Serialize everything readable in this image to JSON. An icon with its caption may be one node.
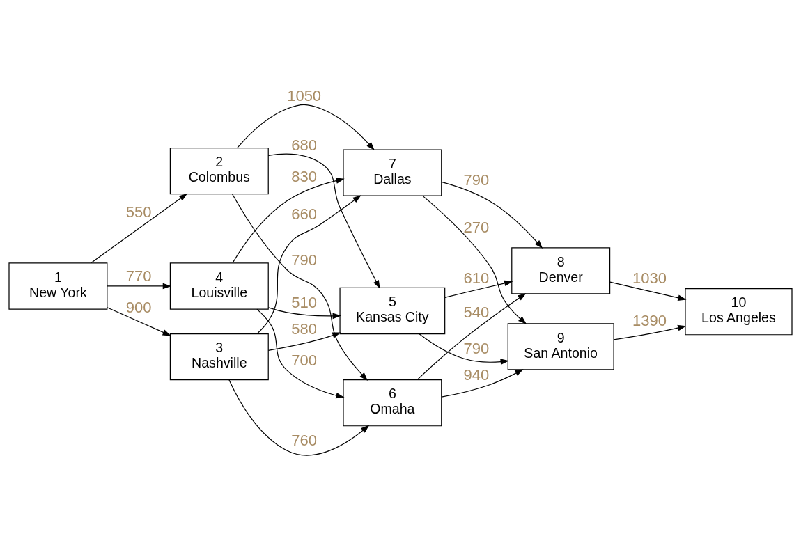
{
  "diagram": {
    "nodes": [
      {
        "text": [
          "1",
          "New York"
        ]
      },
      {
        "text": [
          "2",
          "Colombus"
        ]
      },
      {
        "text": [
          "3",
          "Nashville"
        ]
      },
      {
        "text": [
          "4",
          "Louisville"
        ]
      },
      {
        "text": [
          "5",
          "Kansas City"
        ]
      },
      {
        "text": [
          "6",
          "Omaha"
        ]
      },
      {
        "text": [
          "7",
          "Dallas"
        ]
      },
      {
        "text": [
          "8",
          "Denver"
        ]
      },
      {
        "text": [
          "9",
          "San Antonio"
        ]
      },
      {
        "text": [
          "10",
          "Los Angeles"
        ]
      }
    ],
    "edges": [
      {
        "from": 0,
        "to": 1,
        "arrow": "to",
        "label": "550"
      },
      {
        "from": 0,
        "to": 2,
        "arrow": "to",
        "label": "900"
      },
      {
        "from": 0,
        "to": 3,
        "arrow": "to",
        "label": "770"
      },
      {
        "from": 1,
        "to": 4,
        "arrow": "to",
        "label": "680"
      },
      {
        "from": 1,
        "to": 5,
        "arrow": "to",
        "label": "790"
      },
      {
        "from": 1,
        "to": 6,
        "arrow": "to",
        "label": "1050"
      },
      {
        "from": 2,
        "to": 4,
        "arrow": "to",
        "label": "580"
      },
      {
        "from": 2,
        "to": 5,
        "arrow": "to",
        "label": "760"
      },
      {
        "from": 2,
        "to": 6,
        "arrow": "to",
        "label": "660"
      },
      {
        "from": 3,
        "to": 4,
        "arrow": "to",
        "label": "510"
      },
      {
        "from": 3,
        "to": 5,
        "arrow": "to",
        "label": "700"
      },
      {
        "from": 3,
        "to": 6,
        "arrow": "to",
        "label": "830"
      },
      {
        "from": 4,
        "to": 7,
        "arrow": "to",
        "label": "610"
      },
      {
        "from": 4,
        "to": 8,
        "arrow": "to",
        "label": "790"
      },
      {
        "from": 5,
        "to": 7,
        "arrow": "to",
        "label": "540"
      },
      {
        "from": 5,
        "to": 8,
        "arrow": "to",
        "label": "940"
      },
      {
        "from": 6,
        "to": 7,
        "arrow": "to",
        "label": "790"
      },
      {
        "from": 6,
        "to": 8,
        "arrow": "to",
        "label": "270"
      },
      {
        "from": 7,
        "to": 9,
        "arrow": "to",
        "label": "1030"
      },
      {
        "from": 8,
        "to": 9,
        "arrow": "to",
        "label": "1390"
      }
    ]
  }
}
